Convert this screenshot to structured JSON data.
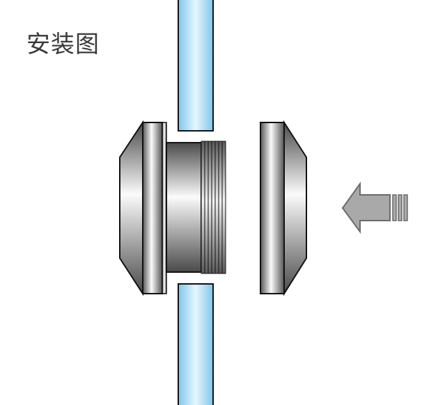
{
  "diagram": {
    "title": "安装图",
    "colors": {
      "glass_edge": "#7fc6ec",
      "glass_center": "#e6f6fd",
      "metal_dark": "#4a4a4a",
      "metal_light": "#fbfbfb",
      "outline": "#111111",
      "arrow_fill": "#a9a9a9",
      "arrow_stroke": "#6b6b6b"
    },
    "parts": [
      "glass-panel",
      "rear-cap",
      "threaded-stem",
      "front-cap",
      "assembly-direction-arrow"
    ]
  }
}
